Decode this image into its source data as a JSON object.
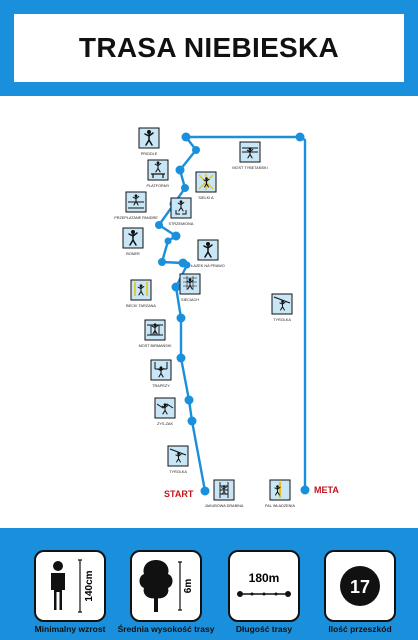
{
  "title": "TRASA NIEBIESKA",
  "markers": {
    "start": "START",
    "meta": "META"
  },
  "colors": {
    "route": "#1a8fdb",
    "brand": "#1a8fdb",
    "marker_text": "#c0141c",
    "tile_bg": "#c9e6f7"
  },
  "obstacles": [
    {
      "label": "PRIDDLE",
      "icon": "figure-icon"
    },
    {
      "label": "PLATFORMY",
      "icon": "platform-icon"
    },
    {
      "label": "PRZEPLATANE PANDRE",
      "icon": "bridge-icon"
    },
    {
      "label": "BONER",
      "icon": "figure-icon"
    },
    {
      "label": "BECKI TARZANA",
      "icon": "swing-icon"
    },
    {
      "label": "MOST BIRMAŃSKI",
      "icon": "bridge-icon"
    },
    {
      "label": "TRAPEZY",
      "icon": "trapeze-icon"
    },
    {
      "label": "ŻYS-ZAK",
      "icon": "zigzag-icon"
    },
    {
      "label": "TYROLKA",
      "icon": "zipline-icon"
    },
    {
      "label": "MOST TYBETAŃSKI",
      "icon": "bridge-icon"
    },
    {
      "label": "SIELKI A",
      "icon": "net-icon"
    },
    {
      "label": "STRZEMIONA",
      "icon": "stirrup-icon"
    },
    {
      "label": "ŁAZEK NA PRAWO",
      "icon": "figure-icon"
    },
    {
      "label": "SIECIACH",
      "icon": "net-icon"
    },
    {
      "label": "TYROLKA",
      "icon": "zipline-icon"
    },
    {
      "label": "JAKUBOWA DRABINA",
      "icon": "ladder-icon"
    },
    {
      "label": "PAL WŁADZENIA",
      "icon": "pole-icon"
    }
  ],
  "stats": [
    {
      "value": "140cm",
      "label": "Minimalny wzrost",
      "icon": "person-icon"
    },
    {
      "value": "6m",
      "label": "Średnia wysokość trasy",
      "icon": "tree-icon"
    },
    {
      "value": "180m",
      "label": "Długość trasy",
      "icon": "length-icon"
    },
    {
      "value": "17",
      "label": "Ilość przeszkód",
      "icon": "count-icon"
    }
  ]
}
